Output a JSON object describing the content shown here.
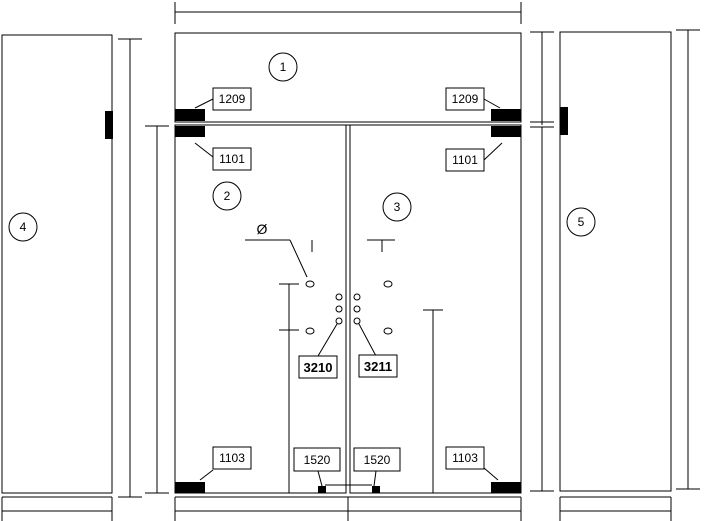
{
  "panels": {
    "top_transom": "1",
    "left_door": "2",
    "right_door": "3",
    "left_sidelight": "4",
    "right_sidelight": "5"
  },
  "fittings": {
    "top_left_clamp": "1209",
    "top_right_clamp": "1209",
    "left_pivot_top": "1101",
    "right_pivot_top": "1101",
    "left_pivot_bottom": "1103",
    "right_pivot_bottom": "1103",
    "left_floor_lock": "1520",
    "right_floor_lock": "1520",
    "left_handle": "3210",
    "right_handle": "3211"
  },
  "diameter_symbol": "Ø"
}
